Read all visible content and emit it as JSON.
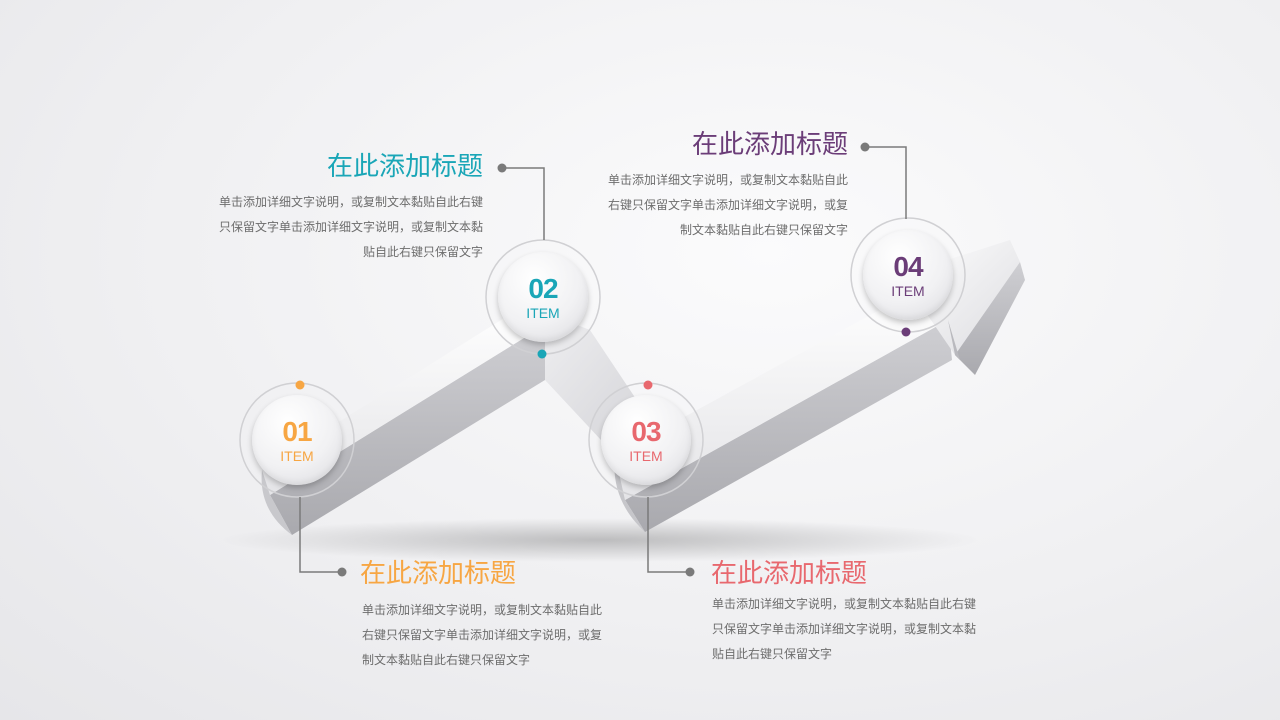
{
  "colors": {
    "item1": "#f7a643",
    "item2": "#1aa6b7",
    "item3": "#e8686e",
    "item4": "#6b3d78",
    "connector": "#7a7a7a"
  },
  "items": [
    {
      "number": "01",
      "label": "ITEM",
      "title": "在此添加标题",
      "desc": [
        "单击添加详细文字说明，或复制文本黏贴自此",
        "右键只保留文字单击添加详细文字说明，或复",
        "制文本黏贴自此右键只保留文字"
      ]
    },
    {
      "number": "02",
      "label": "ITEM",
      "title": "在此添加标题",
      "desc": [
        "单击添加详细文字说明，或复制文本黏贴自此右键",
        "只保留文字单击添加详细文字说明，或复制文本黏",
        "贴自此右键只保留文字"
      ]
    },
    {
      "number": "03",
      "label": "ITEM",
      "title": "在此添加标题",
      "desc": [
        "单击添加详细文字说明，或复制文本黏贴自此右键",
        "只保留文字单击添加详细文字说明，或复制文本黏",
        "贴自此右键只保留文字"
      ]
    },
    {
      "number": "04",
      "label": "ITEM",
      "title": "在此添加标题",
      "desc": [
        "单击添加详细文字说明，或复制文本黏贴自此",
        "右键只保留文字单击添加详细文字说明，或复",
        "制文本黏贴自此右键只保留文字"
      ]
    }
  ]
}
